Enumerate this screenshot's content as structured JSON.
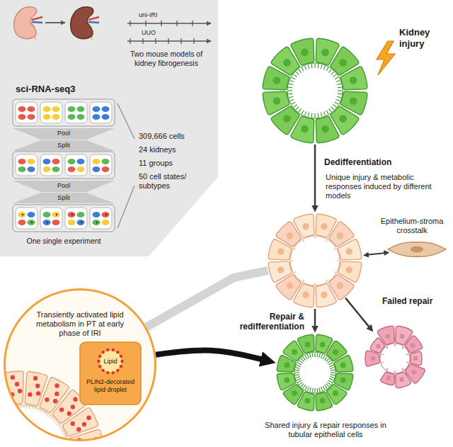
{
  "diagram": {
    "nodes": [
      {
        "text": [
          "Kidney injury"
        ]
      },
      {
        "text": [
          "Unique injury & metabolic responses induced by different models"
        ]
      },
      {
        "text": [
          "Epithelium-stroma crosstalk"
        ]
      },
      {
        "text": [
          "Transiently activated lipid metabolism in PT at early phase of IRI"
        ]
      },
      {
        "text": [
          "PLIN2-decorated lipid droplet"
        ],
        "in": 3
      },
      {
        "text": [
          "Lipid"
        ],
        "in": 4
      },
      {
        "text": [
          "Shared injury & repair responses in tubular epithelial cells"
        ]
      },
      {
        "text": [
          "Failed repair"
        ]
      }
    ],
    "edges": [
      {
        "from": 0,
        "to": 1,
        "arrow": "to",
        "label": "Dedifferentiation"
      },
      {
        "from": 1,
        "to": 2,
        "arrow": "both"
      },
      {
        "from": 1,
        "to": 6,
        "arrow": "to",
        "label": "Repair & redifferentiation"
      },
      {
        "from": 1,
        "to": 7,
        "arrow": "to"
      },
      {
        "from": 1,
        "to": 3,
        "arrow": "none"
      },
      {
        "from": 3,
        "to": 6,
        "arrow": "to"
      }
    ],
    "labels": [
      "uni-IRI",
      "UUO",
      "Two mouse models of kidney fibrogenesis",
      "sci-RNA-seq3",
      "Pool",
      "Split",
      "Pool",
      "Split",
      "309,666 cells",
      "24 kidneys",
      "11 groups",
      "50 cell states/ subtypes",
      "One single experiment"
    ]
  }
}
